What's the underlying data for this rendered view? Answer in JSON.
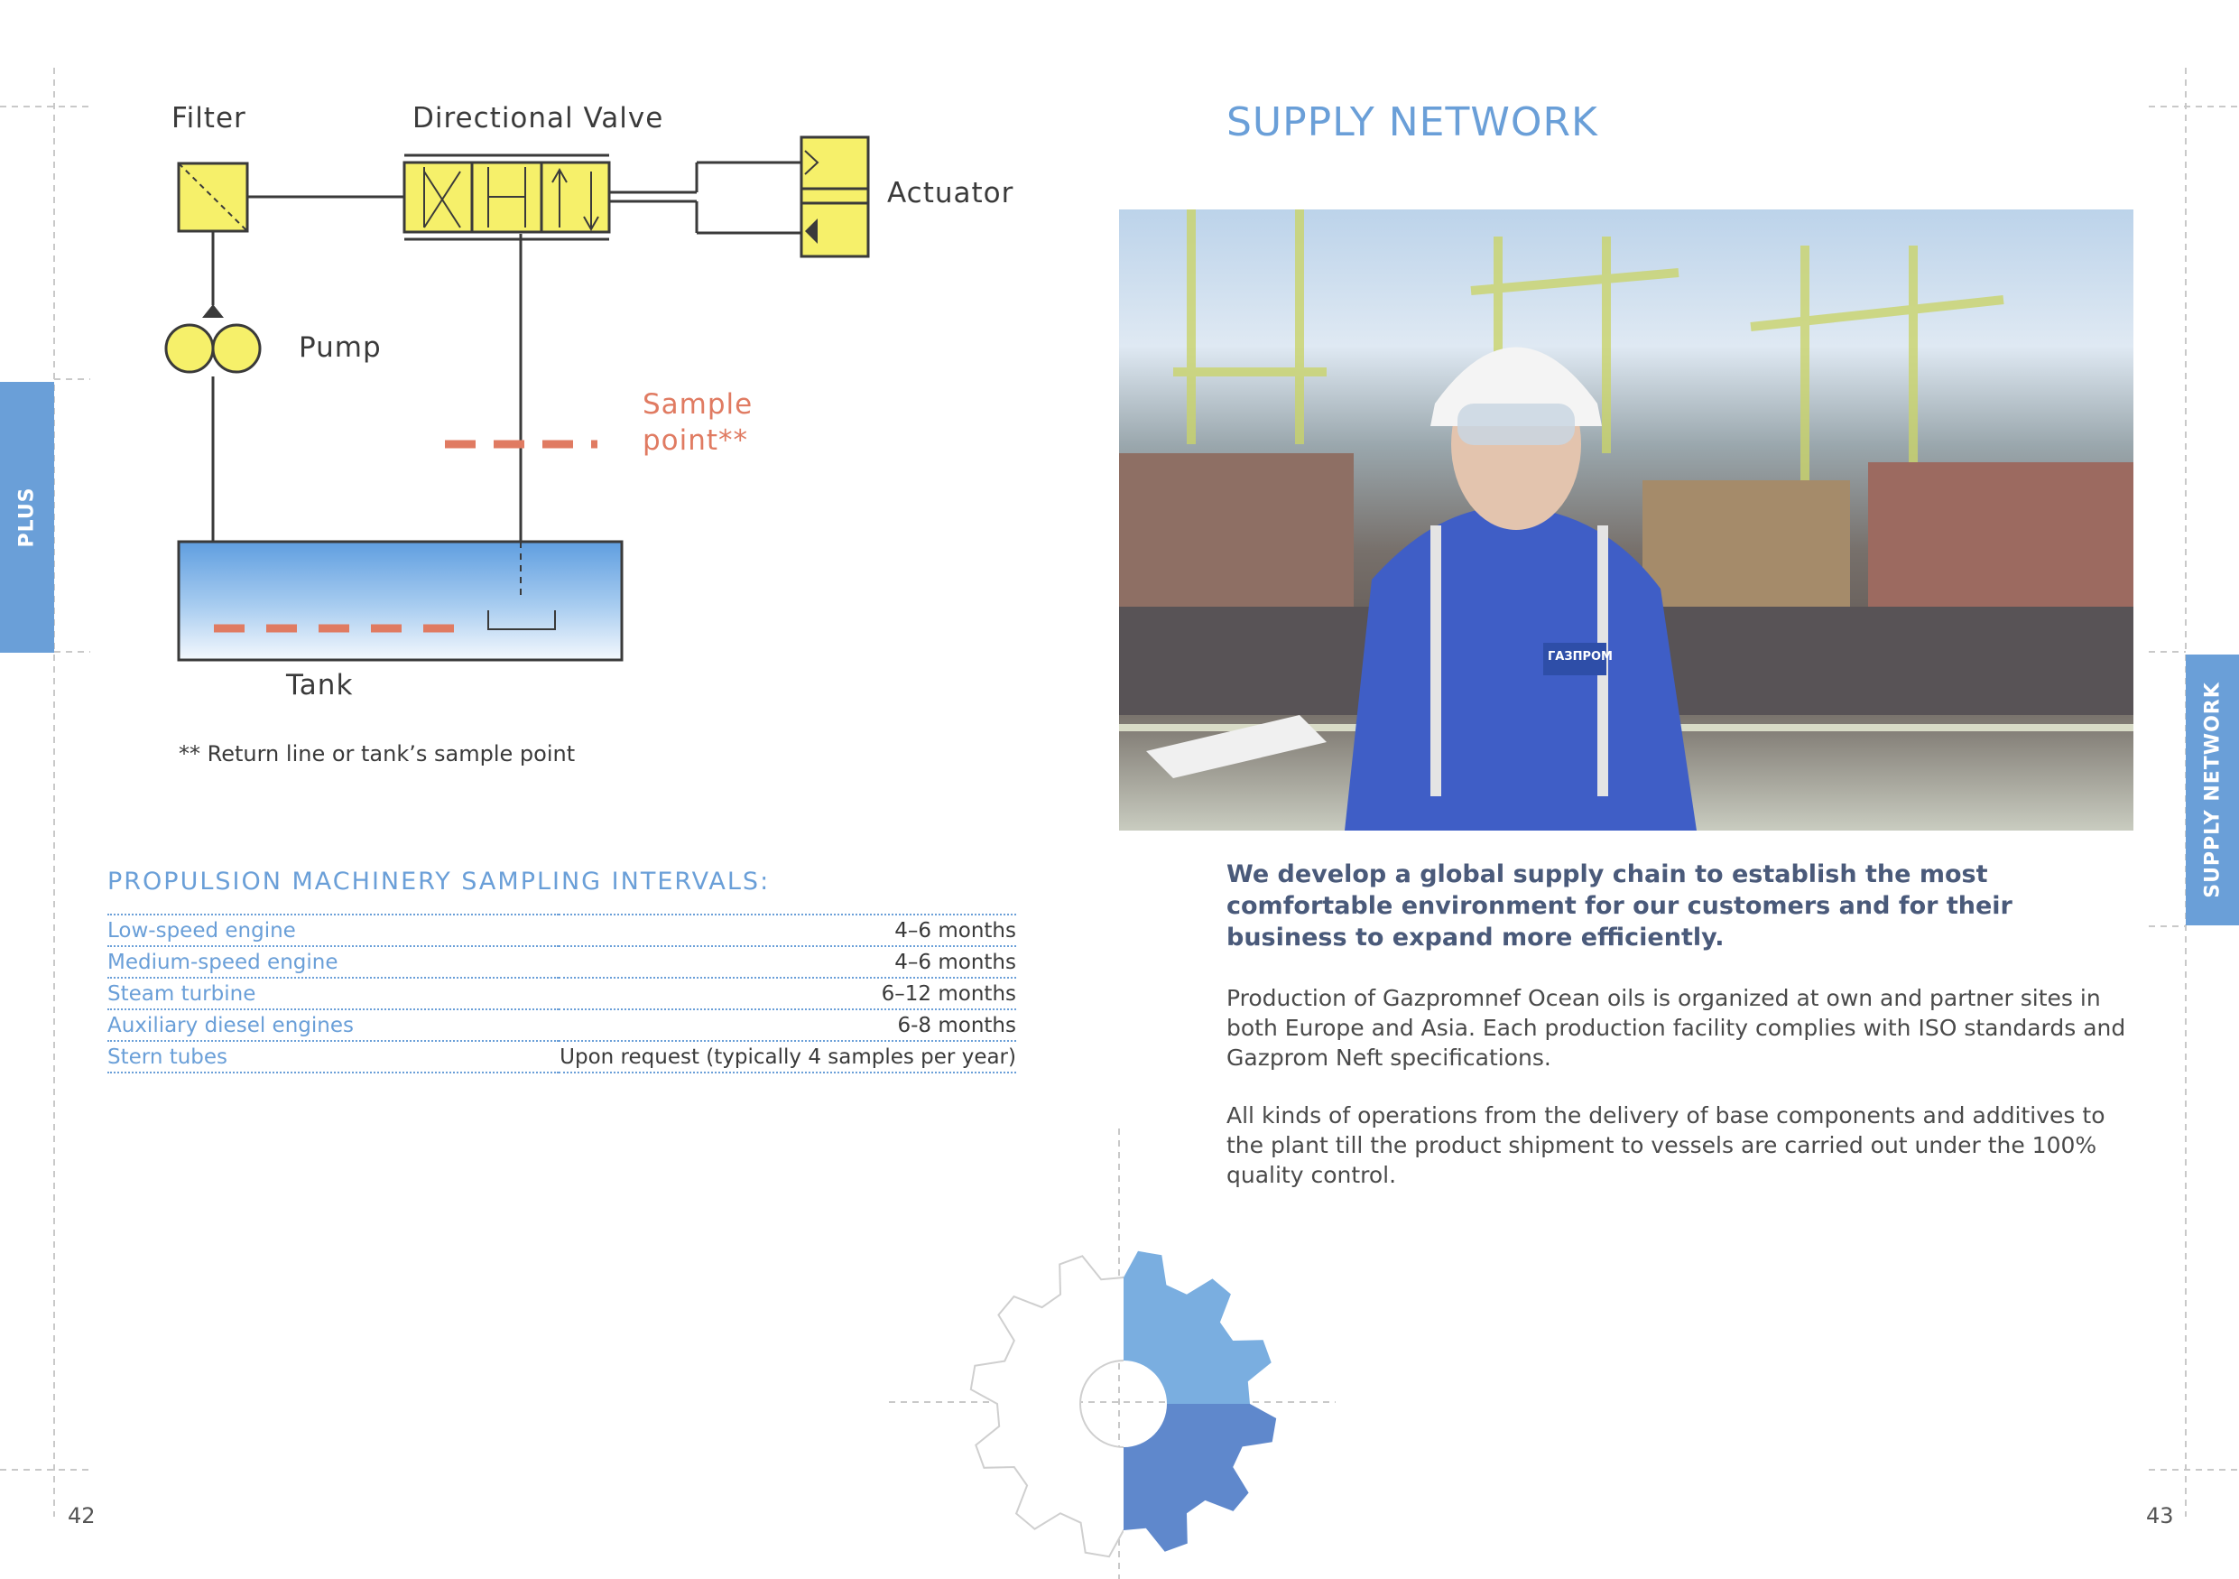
{
  "diagram": {
    "filter_label": "Filter",
    "valve_label": "Directional Valve",
    "actuator_label": "Actuator",
    "pump_label": "Pump",
    "sample_label_line1": "Sample",
    "sample_label_line2": "point**",
    "tank_label": "Tank",
    "footnote": "** Return line or tank’s sample point"
  },
  "sampling": {
    "heading": "PROPULSION MACHINERY SAMPLING INTERVALS:",
    "rows": [
      {
        "engine": "Low-speed engine",
        "interval": "4–6 months"
      },
      {
        "engine": "Medium-speed engine",
        "interval": "4–6 months"
      },
      {
        "engine": "Steam turbine",
        "interval": "6–12 months"
      },
      {
        "engine": "Auxiliary diesel engines",
        "interval": "6-8 months"
      },
      {
        "engine": "Stern tubes",
        "interval": "Upon request (typically 4 samples per year)"
      }
    ]
  },
  "right": {
    "title": "SUPPLY NETWORK",
    "badge": "ГАЗПРОМ",
    "lead": "We develop a global supply chain to establish the most comfortable environment for our customers and for their business to expand more efficiently.",
    "para1": "Production of Gazpromnef Ocean oils is organized at own and partner sites in both Europe and Asia. Each production facility complies with ISO standards and Gazprom Neft specifications.",
    "para2": "All kinds of operations from the delivery of base components and additives to the plant till the product shipment to vessels are carried out under the 100% quality control."
  },
  "tabs": {
    "left": "PLUS",
    "right": "SUPPLY NETWORK"
  },
  "page_numbers": {
    "left": "42",
    "right": "43"
  },
  "colors": {
    "accent": "#6a9fd8",
    "sample": "#e07b62",
    "component": "#f6f06a",
    "gear_light": "#7aaee0",
    "gear_dark": "#5f88cc"
  }
}
